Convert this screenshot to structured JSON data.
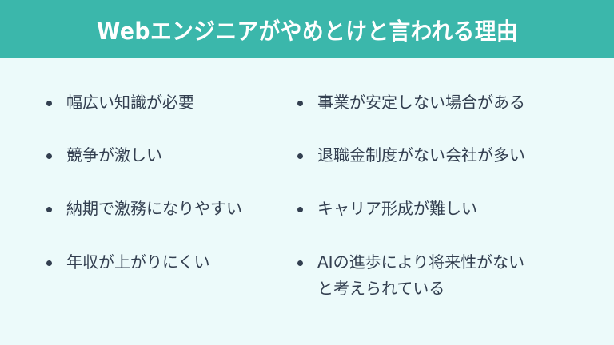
{
  "header": {
    "title": "Webエンジニアがやめとけと言われる理由"
  },
  "colors": {
    "header_bg": "#3bb7ab",
    "page_bg": "#ecfafa",
    "text": "#333f50"
  },
  "left_column": {
    "items": [
      {
        "label": "幅広い知識が必要"
      },
      {
        "label": "競争が激しい"
      },
      {
        "label": "納期で激務になりやすい"
      },
      {
        "label": "年収が上がりにくい"
      }
    ]
  },
  "right_column": {
    "items": [
      {
        "label": "事業が安定しない場合がある"
      },
      {
        "label": "退職金制度がない会社が多い"
      },
      {
        "label": "キャリア形成が難しい"
      },
      {
        "label": "AIの進歩により将来性がない\nと考えられている"
      }
    ]
  }
}
